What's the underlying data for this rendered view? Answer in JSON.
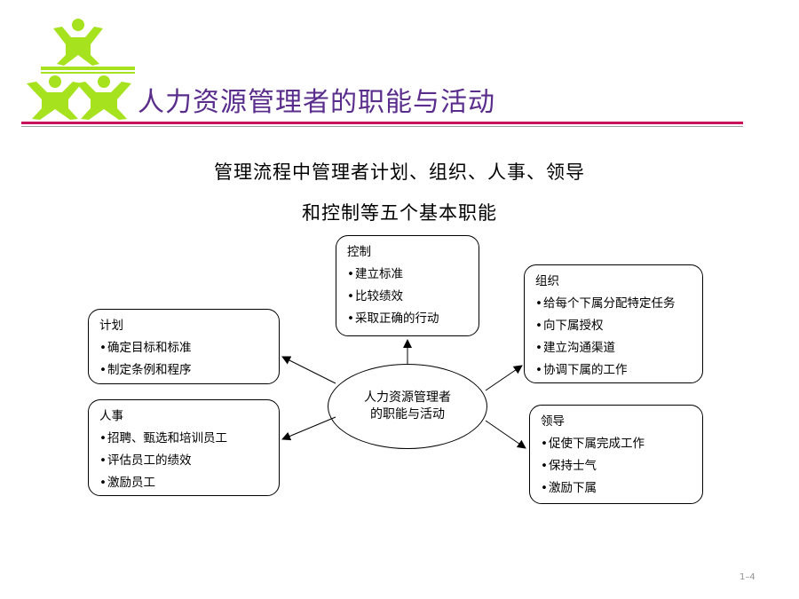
{
  "slide": {
    "title": "人力资源管理者的职能与活动",
    "subtitle_line1": "管理流程中管理者计划、组织、人事、领导",
    "subtitle_line2": "和控制等五个基本职能",
    "page_number": "1–4"
  },
  "center": {
    "line1": "人力资源管理者",
    "line2": "的职能与活动"
  },
  "boxes": {
    "plan": {
      "heading": "计划",
      "items": [
        "确定目标和标准",
        "制定条例和程序"
      ]
    },
    "staffing": {
      "heading": "人事",
      "items": [
        "招聘、甄选和培训员工",
        "评估员工的绩效",
        "激励员工"
      ]
    },
    "control": {
      "heading": "控制",
      "items": [
        "建立标准",
        "比较绩效",
        "采取正确的行动"
      ]
    },
    "organize": {
      "heading": "组织",
      "items": [
        "给每个下属分配特定任务",
        "向下属授权",
        "建立沟通渠道",
        "协调下属的工作"
      ]
    },
    "lead": {
      "heading": "领导",
      "items": [
        "促使下属完成工作",
        "保持士气",
        "激励下属"
      ]
    }
  },
  "colors": {
    "title": "#5a2d8c",
    "logo": "#a6e21e",
    "rule": "#c8125a"
  },
  "icons": {
    "logo": "human-pyramid-logo"
  }
}
